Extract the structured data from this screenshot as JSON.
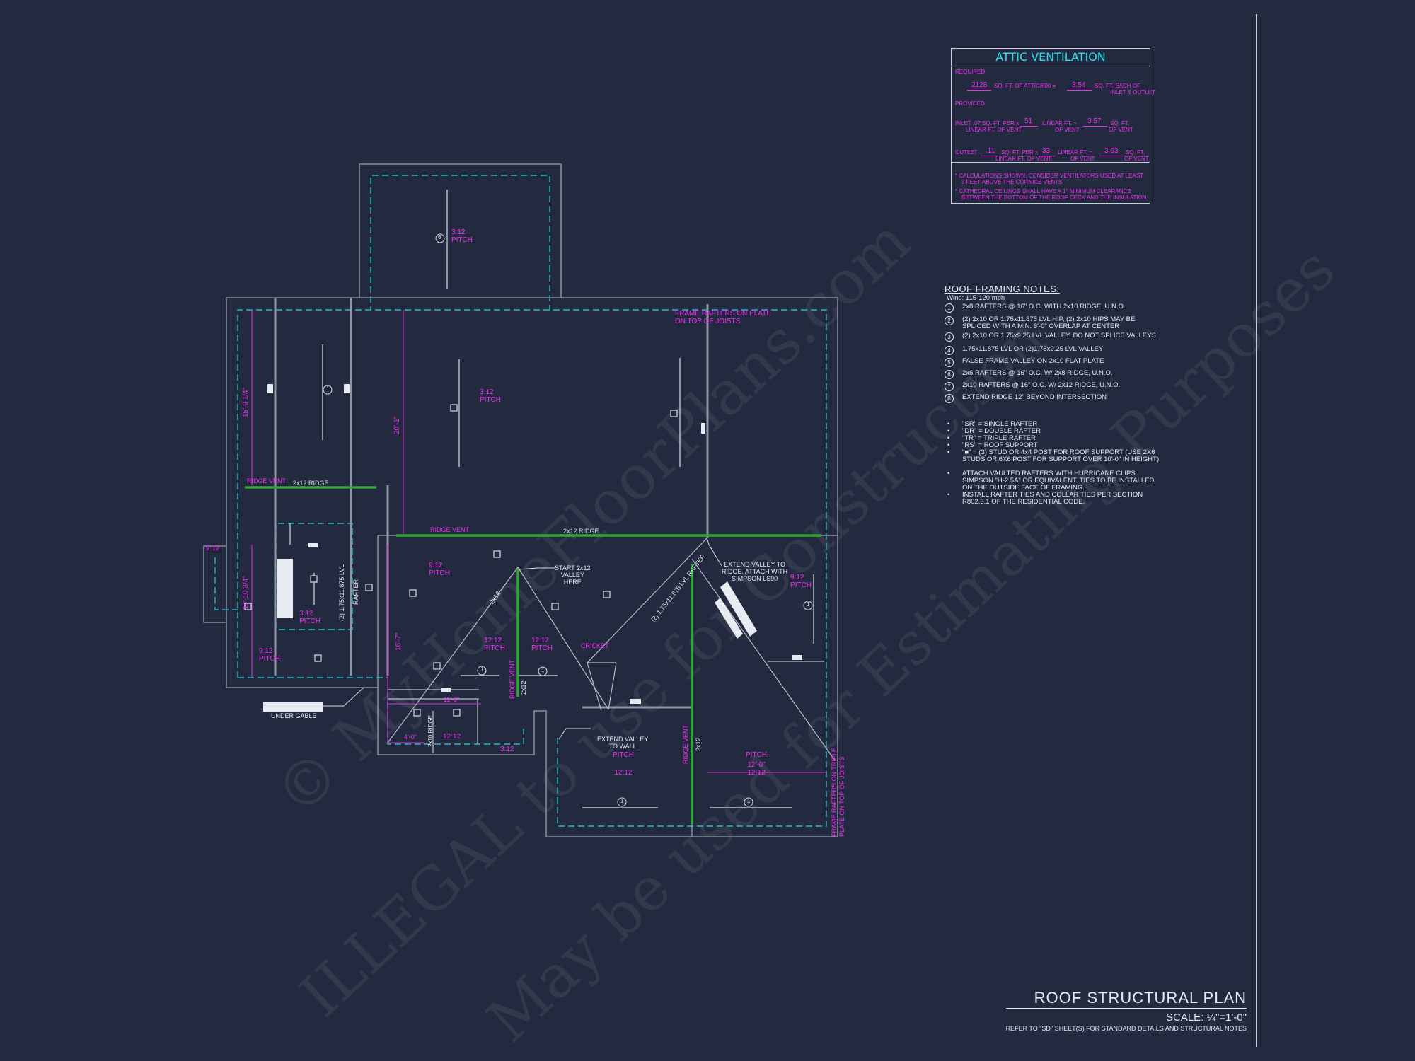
{
  "watermark": {
    "line1": "© MyHomeFloorPlans.com",
    "line2": "ILLEGAL to use for Construction",
    "line3": "May be used for Estimating Purposes"
  },
  "attic_ventilation": {
    "title": "ATTIC VENTILATION",
    "required_label": "REQUIRED",
    "required_area": "2128",
    "required_area_unit": "SQ. FT. OF ATTIC/600 =",
    "required_result": "3.54",
    "required_result_unit": "SQ. FT. EACH OF",
    "required_result_unit2": "INLET & OUTLET",
    "provided_label": "PROVIDED",
    "inlet_label": "INLET .07 SQ. FT. PER x",
    "inlet_label2": "LINEAR FT. OF VENT",
    "inlet_ft": "51",
    "inlet_ft_unit": "LINEAR FT. =",
    "inlet_ft_unit2": "OF VENT",
    "inlet_result": "3.57",
    "inlet_result_unit": "SQ. FT.",
    "inlet_result_unit2": "OF VENT",
    "outlet_label": "OUTLET",
    "outlet_rate": ".11",
    "outlet_rate_unit": "SQ. FT. PER x",
    "outlet_rate_unit2": "LINEAR FT. OF VENT",
    "outlet_ft": "33",
    "outlet_ft_unit": "LINEAR FT. =",
    "outlet_ft_unit2": "OF VENT",
    "outlet_result": "3.63",
    "outlet_result_unit": "SQ. FT.",
    "outlet_result_unit2": "OF VENT",
    "note1": "* CALCULATIONS SHOWN, CONSIDER VENTILATORS USED AT LEAST",
    "note1b": "3 FEET ABOVE THE CORNICE VENTS",
    "note2": "* CATHEDRAL CEILINGS SHALL HAVE A 1\" MINIMUM CLEARANCE",
    "note2b": "BETWEEN THE BOTTOM OF THE ROOF DECK AND THE INSULATION."
  },
  "framing_notes": {
    "title": "ROOF FRAMING NOTES:",
    "wind": "Wind: 115-120 mph",
    "numbered": [
      {
        "num": "1",
        "text": "2x8 RAFTERS @ 16\" O.C. WITH 2x10 RIDGE, U.N.O."
      },
      {
        "num": "2",
        "text": "(2) 2x10 OR 1.75x11.875 LVL HIP, (2) 2x10 HIPS MAY BE SPLICED WITH A MIN. 6'-0\" OVERLAP AT CENTER"
      },
      {
        "num": "3",
        "text": "(2) 2x10 OR 1.75x9.25 LVL VALLEY. DO NOT SPLICE VALLEYS"
      },
      {
        "num": "4",
        "text": "1.75x11.875 LVL OR (2)1.75x9.25 LVL VALLEY"
      },
      {
        "num": "5",
        "text": "FALSE FRAME VALLEY ON 2x10 FLAT PLATE"
      },
      {
        "num": "6",
        "text": "2x6 RAFTERS @ 16\" O.C. W/ 2x8 RIDGE, U.N.O."
      },
      {
        "num": "7",
        "text": "2x10 RAFTERS @ 16\" O.C. W/ 2x12 RIDGE, U.N.O."
      },
      {
        "num": "8",
        "text": "EXTEND RIDGE 12\" BEYOND INTERSECTION"
      }
    ],
    "bullets": [
      "\"SR\"  = SINGLE RAFTER",
      "\"DR\"  = DOUBLE RAFTER",
      "\"TR\"  = TRIPLE RAFTER",
      "\"RS\"  = ROOF SUPPORT",
      "\"■\" = (3) STUD OR 4x4 POST FOR ROOF SUPPORT (USE 2X6 STUDS OR 6X6 POST FOR SUPPORT OVER 10'-0\" IN HEIGHT)",
      "ATTACH VAULTED RAFTERS WITH HURRICANE CLIPS: SIMPSON \"H-2.5A\" OR EQUIVALENT. TIES TO BE INSTALLED ON THE OUTSIDE FACE OF FRAMING.",
      "INSTALL RAFTER TIES AND COLLAR TIES PER SECTION R802.3.1 OF THE RESIDENTIAL CODE."
    ]
  },
  "plan_labels": {
    "pitch_3_12": "3:12",
    "pitch_9_12": "9:12",
    "pitch_12_12": "12:12",
    "pitch_word": "PITCH",
    "ridge_vent": "RIDGE VENT",
    "ridge_2x12": "2x12 RIDGE",
    "ridge_2x10": "2x10 RIDGE",
    "frame_rafters": "FRAME RAFTERS ON PLATE",
    "frame_rafters2": "ON TOP OF JOISTS",
    "frame_rafters_v": "FRAME RAFTERS ON TRIPLE",
    "frame_rafters_v2": "PLATE ON TOP OF JOISTS",
    "dim_15_9": "15'-9 1/4\"",
    "dim_20_1": "20'-1\"",
    "dim_10_10": "10'-10 3/4\"",
    "dim_16_7": "16'-7\"",
    "dim_11_6": "11'-6\"",
    "dim_4_0": "4'-0\"",
    "dim_12_0": "12'-0\"",
    "lvl_rafter": "(2) 1.75x11.875 LVL",
    "rafter": "RAFTER",
    "lvl_rafter2": "(2) 1.75x11.875 LVL RAFTER",
    "start_valley": "START 2x12",
    "start_valley2": "VALLEY",
    "start_valley3": "HERE",
    "extend_valley": "EXTEND VALLEY TO",
    "extend_valley2": "RIDGE. ATTACH WITH",
    "extend_valley3": "SIMPSON LS90",
    "extend_wall": "EXTEND VALLEY",
    "extend_wall2": "TO WALL",
    "cricket": "CRICKET",
    "under_gable": "UNDER GABLE",
    "twox12": "2x12",
    "circle_1": "1",
    "circle_6": "6"
  },
  "sheet": {
    "title": "ROOF STRUCTURAL PLAN",
    "scale": "SCALE: ¼\"=1'-0\"",
    "reference": "REFER TO \"SD\" SHEET(S) FOR STANDARD DETAILS AND STRUCTURAL NOTES"
  }
}
